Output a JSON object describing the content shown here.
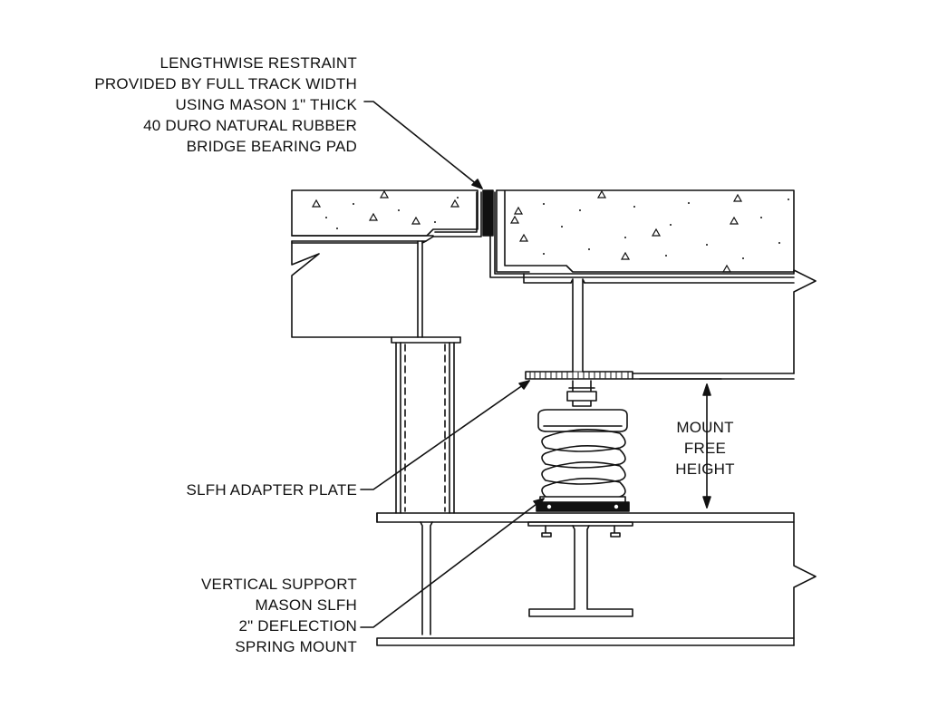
{
  "labels": {
    "restraint": [
      "LENGTHWISE RESTRAINT",
      "PROVIDED BY FULL TRACK WIDTH",
      "USING MASON 1\" THICK",
      "40 DURO NATURAL RUBBER",
      "BRIDGE BEARING PAD"
    ],
    "free_height": [
      "MOUNT",
      "FREE",
      "HEIGHT"
    ],
    "adapter_plate": "SLFH ADAPTER PLATE",
    "vertical_support": [
      "VERTICAL SUPPORT",
      "MASON SLFH",
      "2\" DEFLECTION",
      "SPRING MOUNT"
    ]
  },
  "colors": {
    "line": "#111111",
    "background": "#ffffff"
  }
}
